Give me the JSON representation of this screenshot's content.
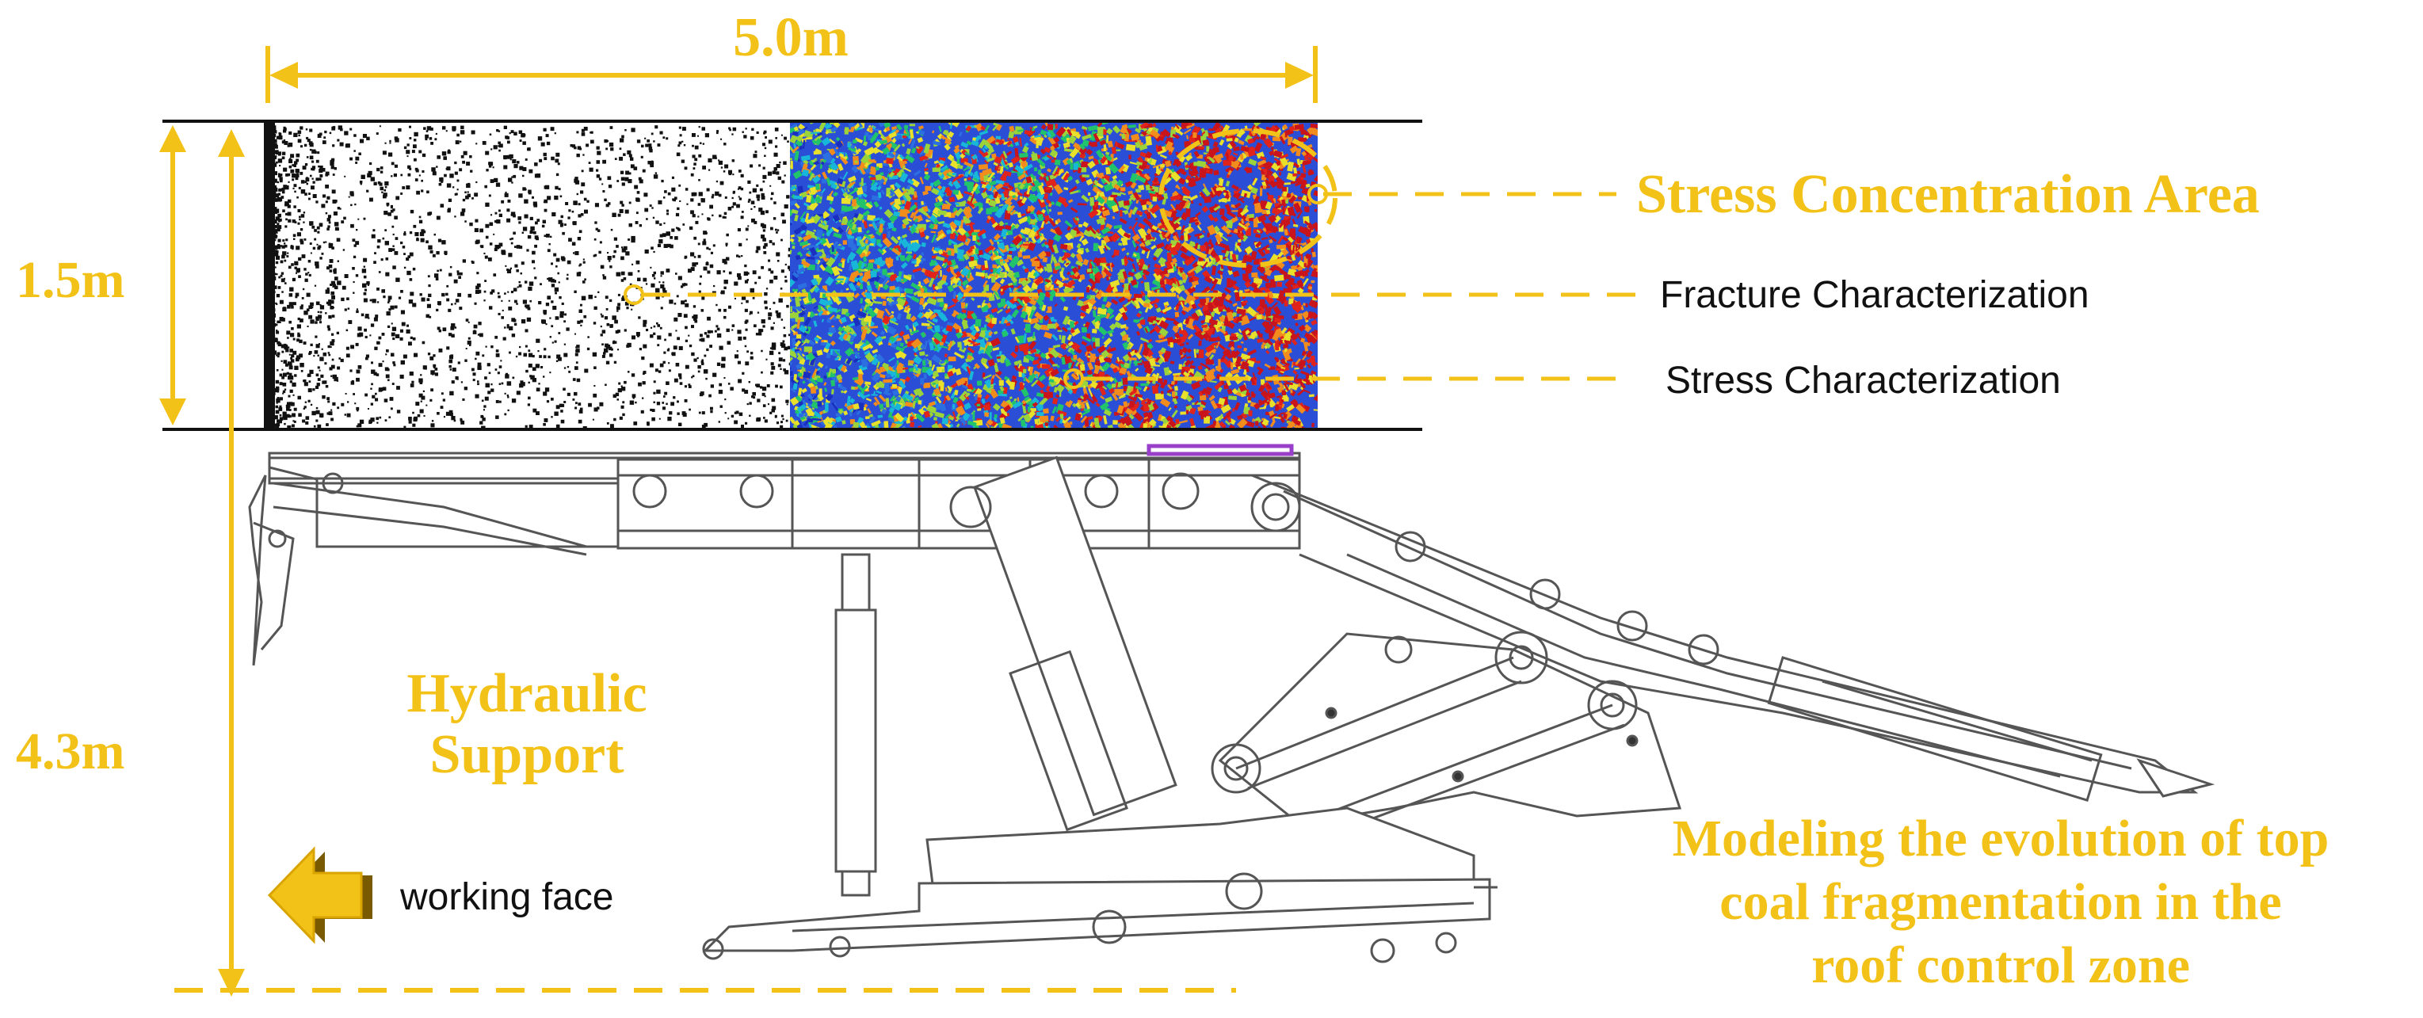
{
  "colors": {
    "accent": "#f3c219",
    "accent_dark": "#d9a400",
    "line": "#111111",
    "drawing": "#555555",
    "particle": "#111111",
    "arrow_shadow": "#7a5a00"
  },
  "dimensions": {
    "width_label": "5.0m",
    "seam_height_label": "1.5m",
    "support_height_label": "4.3m"
  },
  "labels": {
    "stress_concentration": "Stress Concentration Area",
    "fracture_characterization": "Fracture Characterization",
    "stress_characterization": "Stress Characterization",
    "hydraulic_support_line1": "Hydraulic",
    "hydraulic_support_line2": "Support",
    "working_face": "working face",
    "modeling_line1": "Modeling the evolution of top",
    "modeling_line2": "coal fragmentation in the",
    "modeling_line3": "roof control zone"
  },
  "icons": {
    "working_face_direction": "left-arrow-icon"
  }
}
